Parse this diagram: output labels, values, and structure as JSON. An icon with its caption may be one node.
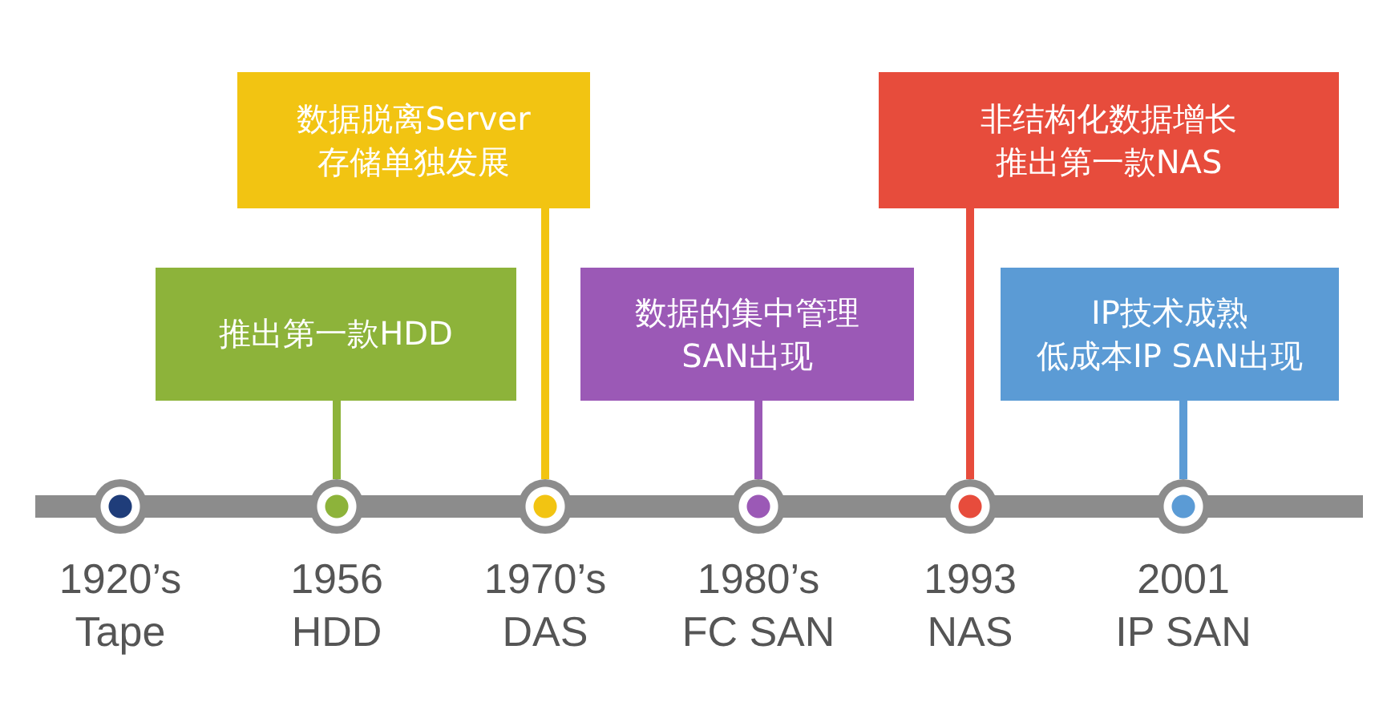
{
  "diagram": {
    "nodes": [
      {
        "text": [
          "推出第一款HDD"
        ]
      },
      {
        "text": [
          "数据脱离Server",
          "存储单独发展"
        ]
      },
      {
        "text": [
          "数据的集中管理",
          "SAN出现"
        ]
      },
      {
        "text": [
          "非结构化数据增长",
          "推出第一款NAS"
        ]
      },
      {
        "text": [
          "IP技术成熟",
          "低成本IP SAN出现"
        ]
      },
      {
        "text": [],
        "shape": "circle",
        "beside": [
          "1920’s",
          "Tape"
        ]
      },
      {
        "text": [],
        "shape": "circle",
        "beside": [
          "1956",
          "HDD"
        ]
      },
      {
        "text": [],
        "shape": "circle",
        "beside": [
          "1970’s",
          "DAS"
        ]
      },
      {
        "text": [],
        "shape": "circle",
        "beside": [
          "1980’s",
          "FC SAN"
        ]
      },
      {
        "text": [],
        "shape": "circle",
        "beside": [
          "1993",
          "NAS"
        ]
      },
      {
        "text": [],
        "shape": "circle",
        "beside": [
          "2001",
          "IP SAN"
        ]
      },
      {
        "text": [],
        "shape": "bar"
      }
    ],
    "edges": [
      {
        "from": 0,
        "to": 6,
        "arrow": "none",
        "color": "#8db33a"
      },
      {
        "from": 1,
        "to": 7,
        "arrow": "none",
        "color": "#f2c412"
      },
      {
        "from": 2,
        "to": 8,
        "arrow": "none",
        "color": "#9b59b6"
      },
      {
        "from": 3,
        "to": 9,
        "arrow": "none",
        "color": "#e74c3c"
      },
      {
        "from": 4,
        "to": 10,
        "arrow": "none",
        "color": "#5b9bd5"
      }
    ]
  }
}
